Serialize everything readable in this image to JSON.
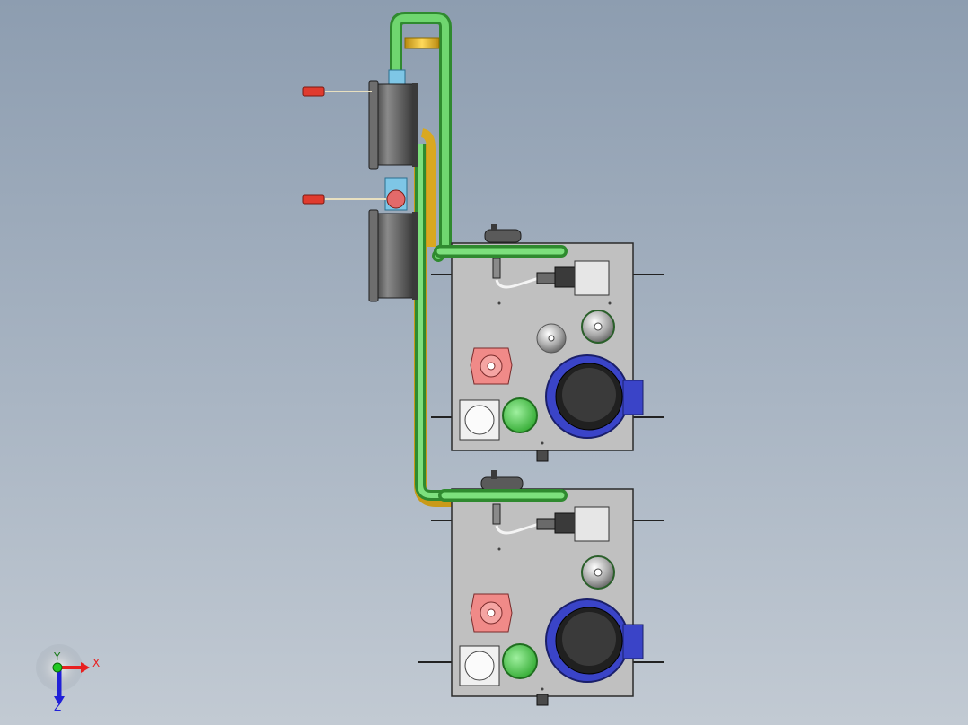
{
  "axes": {
    "x": "X",
    "y": "Y",
    "z": "Z"
  },
  "colors": {
    "background_top": "#8d9db0",
    "background_bottom": "#c2cad3",
    "pipe_green": "#54c254",
    "pipe_yellow": "#f2c12e",
    "panel_gray": "#bfbfbf",
    "motor_blue": "#3a44c8",
    "dark_gray": "#4a4a4a",
    "valve_blue": "#7ec6e6",
    "connector_red": "#e03b2e",
    "pump_red": "#f08a88",
    "port_green": "#5cd35c",
    "axis_x": "#e82020",
    "axis_y": "#22c822",
    "axis_z": "#2020d8"
  },
  "icons": [
    "cad-assembly-model",
    "triad-axis-icon"
  ]
}
